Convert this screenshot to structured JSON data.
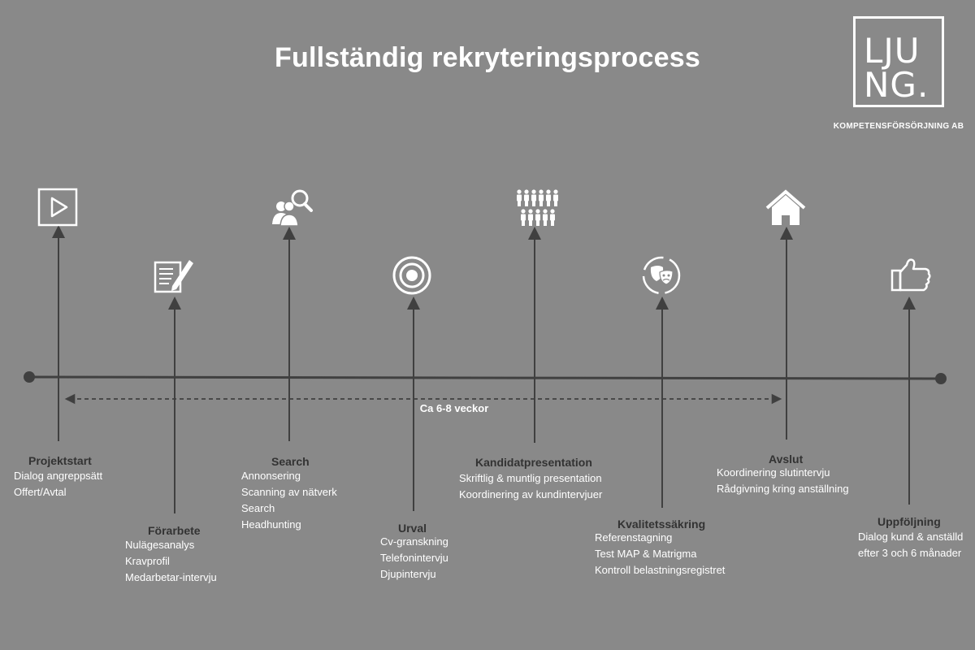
{
  "title": "Fullständig rekryteringsprocess",
  "logo": {
    "line1": "LJU",
    "line2": "NG.",
    "subtitle": "KOMPETENSFÖRSÖRJNING AB"
  },
  "duration_label": "Ca 6-8 veckor",
  "colors": {
    "background": "#898989",
    "line": "#404040",
    "text_white": "#ffffff",
    "title_dark": "#333333"
  },
  "steps": [
    {
      "title": "Projektstart",
      "icon": "play-icon",
      "items": [
        "Dialog angreppsätt",
        "Offert/Avtal"
      ]
    },
    {
      "title": "Förarbete",
      "icon": "document-edit-icon",
      "items": [
        "Nulägesanalys",
        "Kravprofil",
        "Medarbetar-intervju"
      ]
    },
    {
      "title": "Search",
      "icon": "people-search-icon",
      "items": [
        "Annonsering",
        "Scanning av nätverk",
        "Search",
        "Headhunting"
      ]
    },
    {
      "title": "Urval",
      "icon": "target-icon",
      "items": [
        "Cv-granskning",
        "Telefonintervju",
        "Djupintervju"
      ]
    },
    {
      "title": "Kandidatpresentation",
      "icon": "group-icon",
      "items": [
        "Skriftlig & muntlig presentation",
        "Koordinering av kundintervjuer"
      ]
    },
    {
      "title": "Kvalitetssäkring",
      "icon": "masks-icon",
      "items": [
        "Referenstagning",
        "Test MAP & Matrigma",
        "Kontroll belastningsregistret"
      ]
    },
    {
      "title": "Avslut",
      "icon": "home-icon",
      "items": [
        "Koordinering slutintervju",
        "Rådgivning kring anställning"
      ]
    },
    {
      "title": "Uppföljning",
      "icon": "thumbs-up-icon",
      "items": [
        "Dialog kund & anställd",
        "efter 3 och 6 månader"
      ]
    }
  ]
}
